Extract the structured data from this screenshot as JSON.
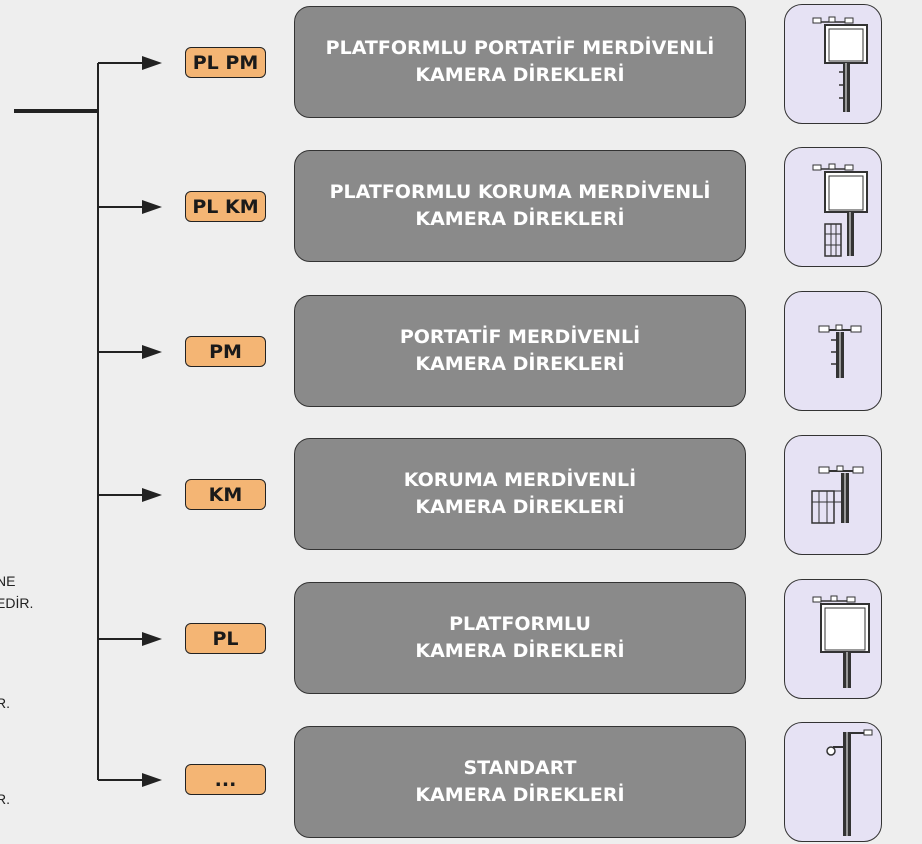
{
  "side_notes": [
    "NE",
    "EDİR.",
    "R.",
    "R."
  ],
  "rows": [
    {
      "code": "PL PM",
      "title_line1": "PLATFORMLU PORTATİF MERDİVENLİ",
      "title_line2": "KAMERA DİREKLERİ",
      "icon": "pole-platform-portable-ladder-icon"
    },
    {
      "code": "PL KM",
      "title_line1": "PLATFORMLU KORUMA MERDİVENLİ",
      "title_line2": "KAMERA DİREKLERİ",
      "icon": "pole-platform-cage-ladder-icon"
    },
    {
      "code": "PM",
      "title_line1": "PORTATİF MERDİVENLİ",
      "title_line2": "KAMERA DİREKLERİ",
      "icon": "pole-portable-ladder-icon"
    },
    {
      "code": "KM",
      "title_line1": "KORUMA MERDİVENLİ",
      "title_line2": "KAMERA DİREKLERİ",
      "icon": "pole-cage-ladder-icon"
    },
    {
      "code": "PL",
      "title_line1": "PLATFORMLU",
      "title_line2": "KAMERA DİREKLERİ",
      "icon": "pole-platform-icon"
    },
    {
      "code": "...",
      "title_line1": "STANDART",
      "title_line2": "KAMERA DİREKLERİ",
      "icon": "pole-standard-icon"
    }
  ],
  "colors": {
    "badge": "#f4b574",
    "title_box": "#8a8a8a",
    "icon_box": "#e6e2f4",
    "line": "#222222"
  }
}
